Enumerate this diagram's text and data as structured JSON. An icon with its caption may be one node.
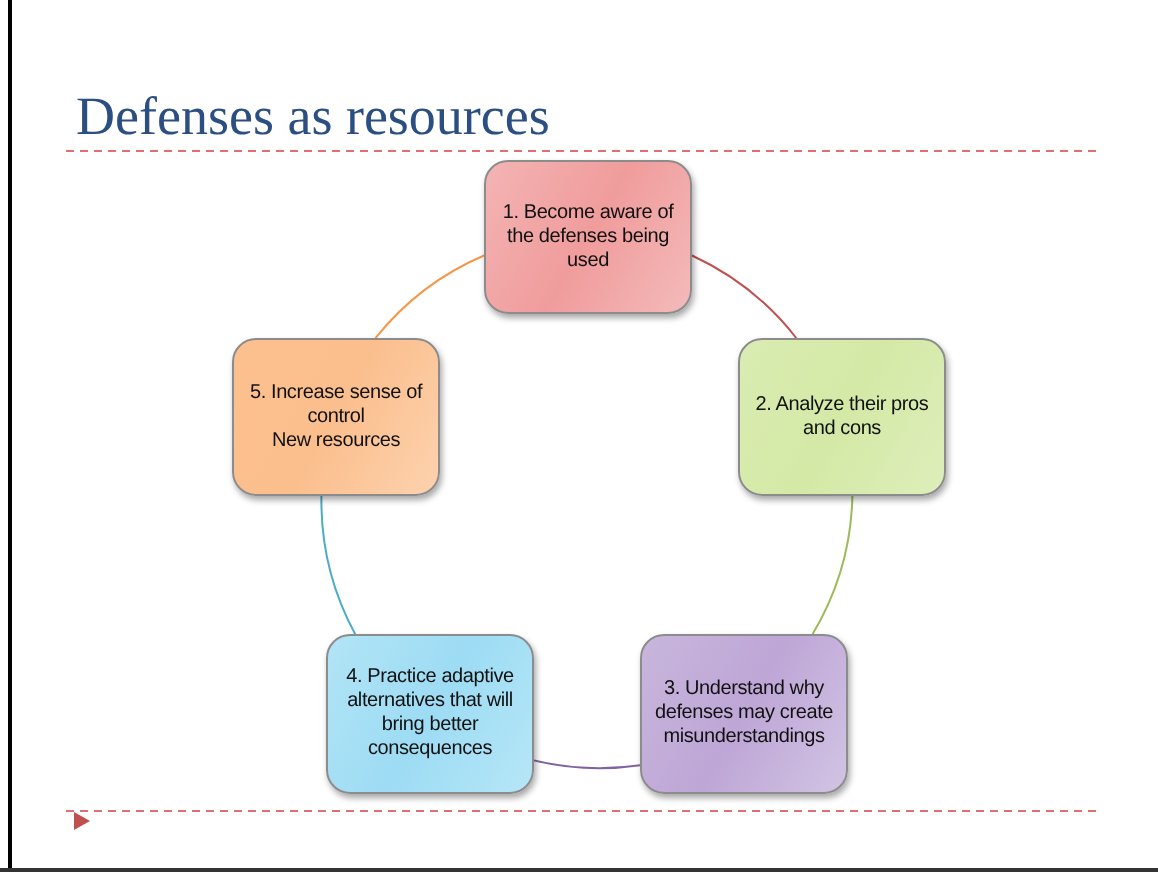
{
  "diagram": {
    "title": "Defenses as resources",
    "nodes": [
      {
        "text": [
          "1. Become aware of the defenses being used"
        ]
      },
      {
        "text": [
          "2. Analyze their pros and cons"
        ]
      },
      {
        "text": [
          "3. Understand why defenses may create misunderstandings"
        ]
      },
      {
        "text": [
          "4. Practice adaptive alternatives that will bring better consequences"
        ]
      },
      {
        "text": [
          "5. Increase sense of control",
          "New resources"
        ]
      }
    ],
    "edges": [
      {
        "from": 0,
        "to": 1,
        "arrow": "none",
        "color": "#c0504d"
      },
      {
        "from": 1,
        "to": 2,
        "arrow": "none",
        "color": "#9bbb59"
      },
      {
        "from": 2,
        "to": 3,
        "arrow": "none",
        "color": "#8064a2"
      },
      {
        "from": 3,
        "to": 4,
        "arrow": "none",
        "color": "#4bacc6"
      },
      {
        "from": 4,
        "to": 0,
        "arrow": "none",
        "color": "#f79646"
      }
    ]
  }
}
